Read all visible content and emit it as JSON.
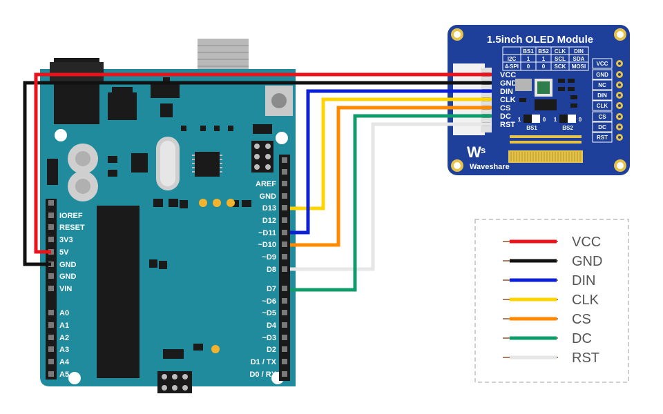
{
  "arduino": {
    "right_pins": [
      "AREF",
      "GND",
      "D13",
      "D12",
      "~D11",
      "~D10",
      "~D9",
      "D8",
      "D7",
      "~D6",
      "~D5",
      "D4",
      "~D3",
      "D2",
      "D1 / TX",
      "D0 / RX"
    ],
    "left_pins": [
      "IOREF",
      "RESET",
      "3V3",
      "5V",
      "GND",
      "GND",
      "VIN",
      "A0",
      "A1",
      "A2",
      "A3",
      "A4",
      "A5"
    ]
  },
  "oled": {
    "title": "1.5inch OLED Module",
    "header_pins": [
      "VCC",
      "GND",
      "DIN",
      "CLK",
      "CS",
      "DC",
      "RST"
    ],
    "side_pins": [
      "VCC",
      "GND",
      "NC",
      "DIN",
      "CLK",
      "CS",
      "DC",
      "RST"
    ],
    "table": {
      "headers": [
        "",
        "BS1",
        "BS2",
        "CLK",
        "DIN"
      ],
      "rows": [
        [
          "I2C",
          "1",
          "1",
          "SCL",
          "SDA"
        ],
        [
          "4-SPI",
          "0",
          "0",
          "SCK",
          "MOSI"
        ]
      ]
    },
    "switch_labels": [
      "BS1",
      "BS2"
    ],
    "switch_nums": [
      "1",
      "0",
      "1",
      "0"
    ],
    "brand": "Waveshare"
  },
  "legend": [
    {
      "label": "VCC",
      "color": "#e8131b"
    },
    {
      "label": "GND",
      "color": "#111111"
    },
    {
      "label": "DIN",
      "color": "#0a1fd6"
    },
    {
      "label": "CLK",
      "color": "#ffd400"
    },
    {
      "label": "CS",
      "color": "#ff8a00"
    },
    {
      "label": "DC",
      "color": "#0f9c6b"
    },
    {
      "label": "RST",
      "color": "#e6e6e6"
    }
  ],
  "colors": {
    "board": "#1f8b9c",
    "board_dark": "#166e7b",
    "oled_board": "#1e3f9a"
  }
}
